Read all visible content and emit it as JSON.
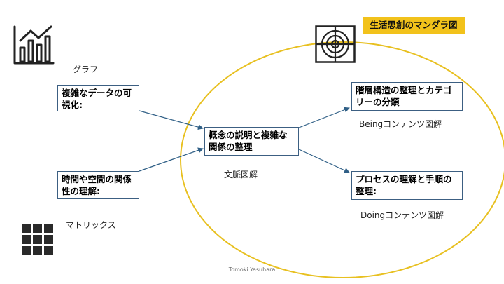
{
  "title": "生活思創のマンダラ図",
  "boxes": {
    "complex_data": "複雑なデータの可視化:",
    "time_space": "時間や空間の関係性の理解:",
    "concept": "概念の説明と複雑な関係の整理",
    "hierarchy": "階層構造の整理とカテゴリーの分類",
    "process": "プロセスの理解と手順の整理:"
  },
  "labels": {
    "graph": "グラフ",
    "matrix": "マトリックス",
    "context": "文脈図解",
    "being": "Beingコンテンツ図解",
    "doing": "Doingコンテンツ図解"
  },
  "icons": {
    "graph": "bar-chart-icon",
    "matrix": "grid-icon",
    "target": "target-icon"
  },
  "colors": {
    "ellipse": "#e8c020",
    "badge": "#f2c21b",
    "arrows": "#2f5f86",
    "box_border": "#3c5f82"
  },
  "credit": "Tomoki Yasuhara"
}
